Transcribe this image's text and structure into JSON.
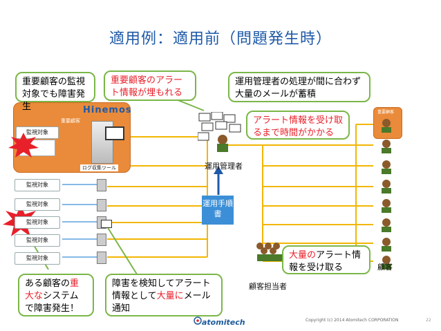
{
  "title": "適用例：適用前（問題発生時）",
  "callouts": {
    "c1": "重要顧客の監視対象でも障害発生",
    "c2": "重要顧客のアラート情報が埋もれる",
    "c3": "運用管理者の処理が間に合わず大量のメールが蓄積",
    "c4": "アラート情報を受け取るまで時間がかかる",
    "c5_a": "ある顧客の",
    "c5_b": "重大な",
    "c5_c": "システムで障害発生！",
    "c6_a": "障害を検知してアラート情報として",
    "c6_b": "大量に",
    "c6_c": "メール通知",
    "c7_a": "大量の",
    "c7_b": "アラート情報を受け取る"
  },
  "labels": {
    "vip_customer": "重要顧客",
    "hinemos": "Hinemos",
    "log_tool": "ログ収集ツール",
    "monitor": "監視対象",
    "operator": "運用管理者",
    "manual": "運用手順書",
    "account_rep": "顧客担当者",
    "customer": "顧客",
    "vip_right": "重要顧客"
  },
  "footer": {
    "logo": "atomitech",
    "copyright": "Copyright (c) 2014 Atomitech CORPORATION",
    "page": "22"
  },
  "colors": {
    "title": "#1f5aa8",
    "callout_border": "#7ab648",
    "alert_red": "#e8202a",
    "vip_orange": "#e98b3a",
    "line_yellow": "#f2b600",
    "line_blue": "#3c8fd6"
  }
}
